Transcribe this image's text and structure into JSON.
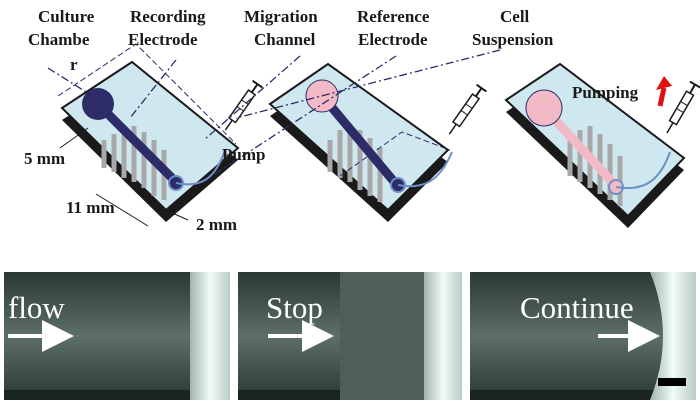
{
  "header_labels": [
    {
      "id": "culture-chamber",
      "lines": [
        "Culture",
        "Chambe",
        "r"
      ]
    },
    {
      "id": "recording-electrode",
      "lines": [
        "Recording",
        "Electrode"
      ]
    },
    {
      "id": "migration-channel",
      "lines": [
        "Migration",
        "Channel"
      ]
    },
    {
      "id": "reference-electrode",
      "lines": [
        "Reference",
        "Electrode"
      ]
    },
    {
      "id": "cell-suspension",
      "lines": [
        "Cell",
        "Suspension"
      ]
    }
  ],
  "chip_labels": {
    "pump": "Pump",
    "pumping": "Pumping"
  },
  "dimensions": {
    "width": "5 mm",
    "length": "11 mm",
    "height": "2 mm"
  },
  "photos": [
    {
      "label": "flow"
    },
    {
      "label": "Stop"
    },
    {
      "label": "Continue"
    }
  ],
  "colors": {
    "chip_body": "#cfe8ef",
    "chip_edge": "#1a1a1a",
    "chamber_dark": "#2e2c68",
    "chamber_pink": "#f2b9c6",
    "electrode_gray": "#a8a8a8",
    "tube_blue": "#6e8fc7",
    "pumping_arrow": "#e01010",
    "photo_bg": "#3a4a48",
    "photo_bright": "#e8f4ee"
  }
}
